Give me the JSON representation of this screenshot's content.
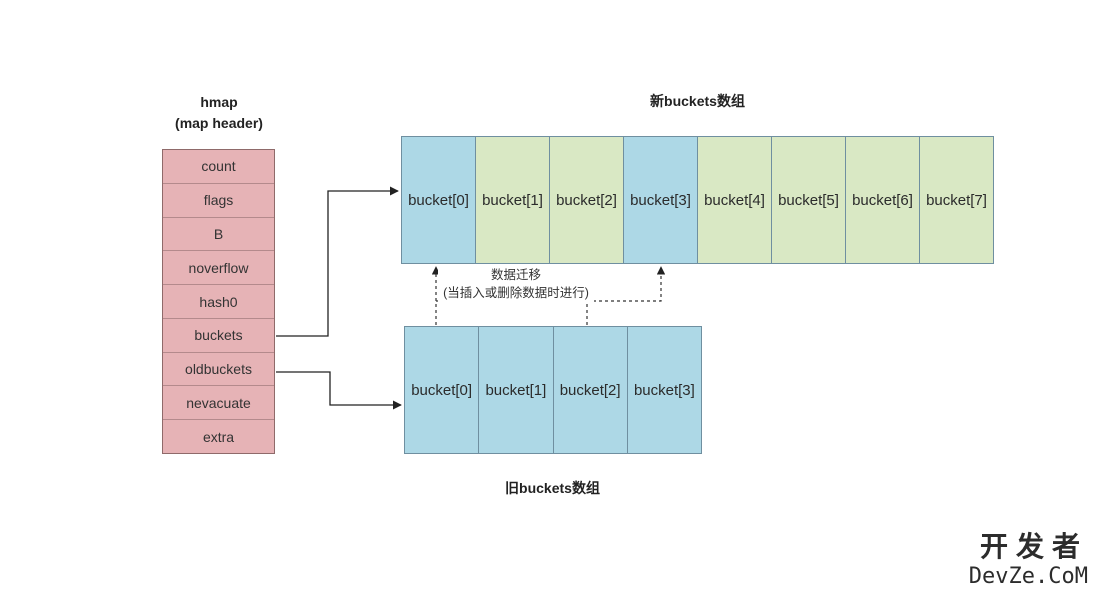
{
  "hmap": {
    "title": "hmap",
    "subtitle": "(map header)",
    "fields": [
      "count",
      "flags",
      "B",
      "noverflow",
      "hash0",
      "buckets",
      "oldbuckets",
      "nevacuate",
      "extra"
    ]
  },
  "new_buckets": {
    "title": "新buckets数组",
    "items": [
      "bucket[0]",
      "bucket[1]",
      "bucket[2]",
      "bucket[3]",
      "bucket[4]",
      "bucket[5]",
      "bucket[6]",
      "bucket[7]"
    ],
    "colors": [
      "#add8e6",
      "#d9e8c4",
      "#d9e8c4",
      "#add8e6",
      "#d9e8c4",
      "#d9e8c4",
      "#d9e8c4",
      "#d9e8c4"
    ]
  },
  "old_buckets": {
    "title": "旧buckets数组",
    "items": [
      "bucket[0]",
      "bucket[1]",
      "bucket[2]",
      "bucket[3]"
    ],
    "colors": [
      "#add8e6",
      "#add8e6",
      "#add8e6",
      "#add8e6"
    ]
  },
  "migration": {
    "line1": "数据迁移",
    "line2": "(当插入或删除数据时进行)"
  },
  "watermark": {
    "top": "开发者",
    "bottom": "DevZe.CoM"
  }
}
